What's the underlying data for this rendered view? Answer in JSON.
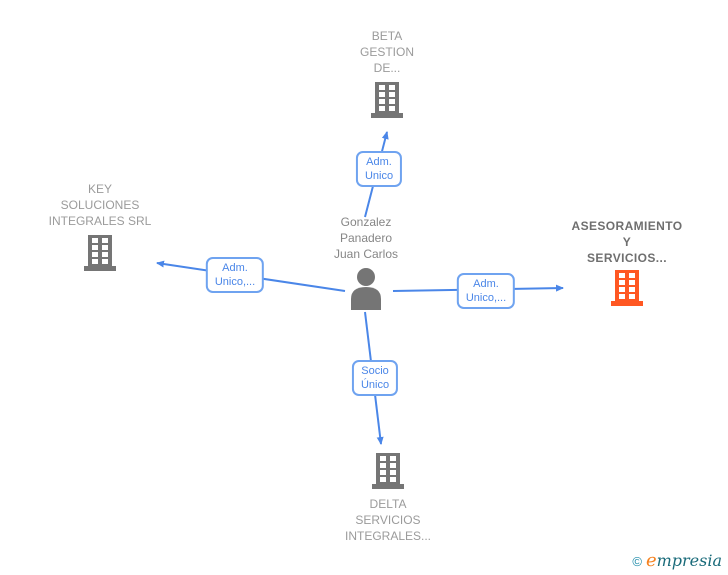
{
  "diagram": {
    "person": {
      "lines": [
        "Gonzalez",
        "Panadero",
        "Juan Carlos"
      ]
    },
    "companies": [
      {
        "id": "beta",
        "lines": [
          "BETA",
          "GESTION",
          "DE..."
        ]
      },
      {
        "id": "key",
        "lines": [
          "KEY",
          "SOLUCIONES",
          "INTEGRALES SRL"
        ]
      },
      {
        "id": "asesoramiento",
        "lines": [
          "ASESORAMIENTO",
          "Y",
          "SERVICIOS..."
        ]
      },
      {
        "id": "delta",
        "lines": [
          "DELTA",
          "SERVICIOS",
          "INTEGRALES..."
        ]
      }
    ],
    "edge_labels": {
      "top": {
        "lines": [
          "Adm.",
          "Unico"
        ]
      },
      "left": {
        "lines": [
          "Adm.",
          "Unico,..."
        ]
      },
      "right": {
        "lines": [
          "Adm.",
          "Unico,..."
        ]
      },
      "bottom": {
        "lines": [
          "Socio",
          "Único"
        ]
      }
    }
  },
  "colors": {
    "edge_blue": "#4a86e8",
    "label_border_blue": "#6fa3f0",
    "company_text_gray": "#9b9b9b",
    "highlighted_company_text": "#6f6f6f",
    "person_text_gray": "#868686",
    "icon_gray": "#757575",
    "icon_orange": "#ff5722",
    "logo_teal": "#1a6b7a",
    "logo_orange": "#f58220"
  },
  "footer": {
    "copyright": "©",
    "brand_first_letter": "e",
    "brand_rest": "mpresia"
  }
}
